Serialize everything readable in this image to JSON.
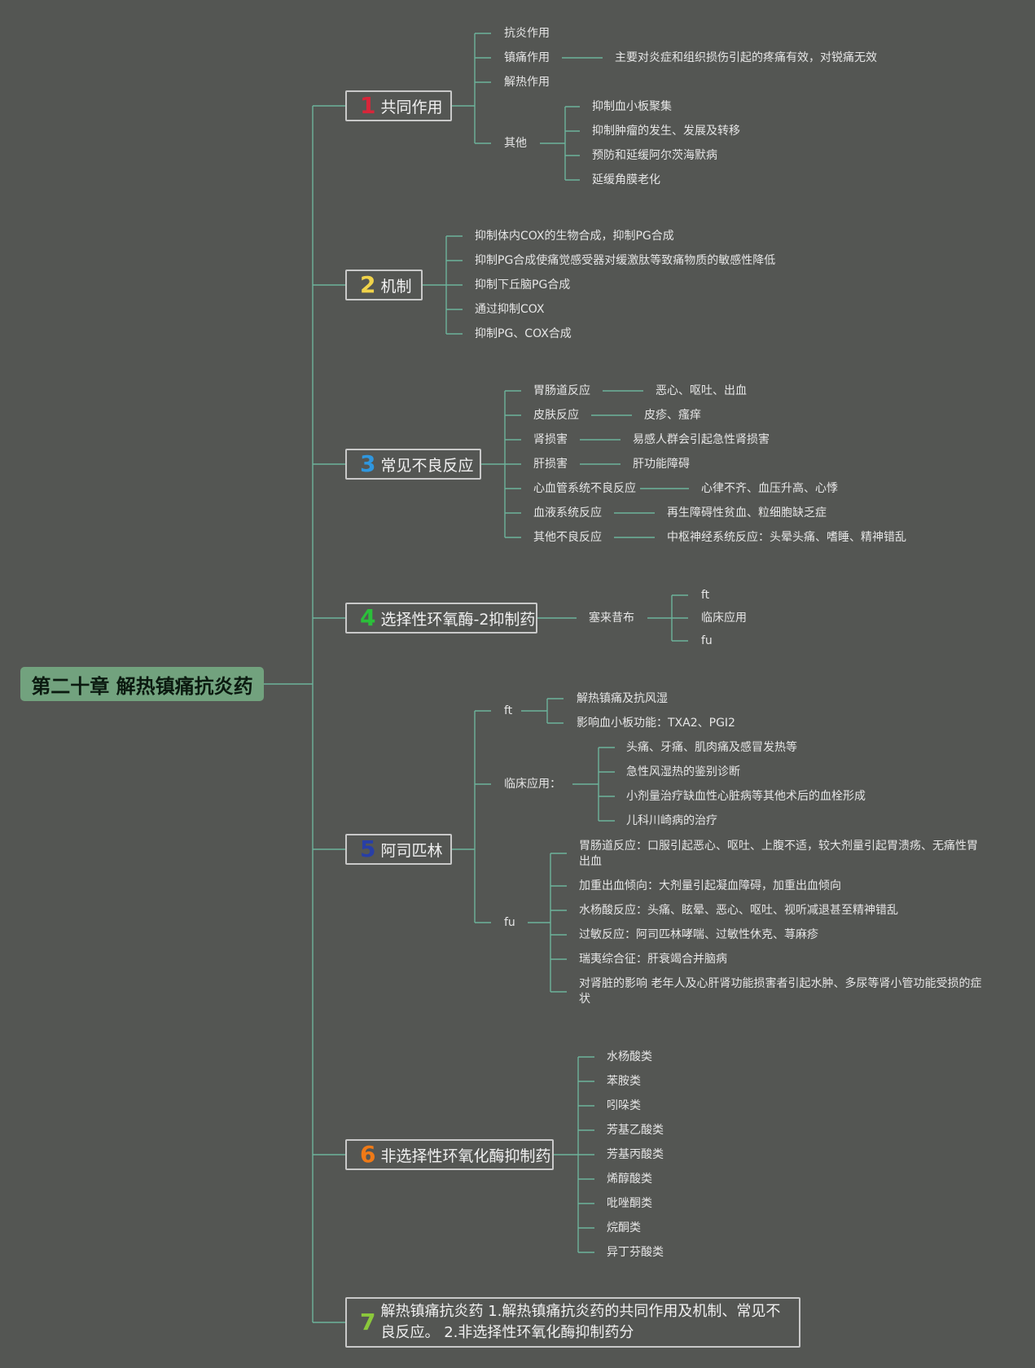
{
  "root": {
    "title": "第二十章 解热镇痛抗炎药"
  },
  "branches": [
    {
      "num": "1",
      "label": "共同作用",
      "children": {
        "anti_inflammatory": "抗炎作用",
        "analgesic": "镇痛作用",
        "analgesic_note": "主要对炎症和组织损伤引起的疼痛有效，对锐痛无效",
        "antipyretic": "解热作用",
        "other": "其他",
        "other_items": [
          "抑制血小板聚集",
          "抑制肿瘤的发生、发展及转移",
          "预防和延缓阿尔茨海默病",
          "延缓角膜老化"
        ]
      }
    },
    {
      "num": "2",
      "label": "机制",
      "items": [
        "抑制体内COX的生物合成，抑制PG合成",
        "抑制PG合成使痛觉感受器对缓激肽等致痛物质的敏感性降低",
        "抑制下丘脑PG合成",
        "通过抑制COX",
        "抑制PG、COX合成"
      ]
    },
    {
      "num": "3",
      "label": "常见不良反应",
      "items": [
        {
          "name": "胃肠道反应",
          "detail": "恶心、呕吐、出血"
        },
        {
          "name": "皮肤反应",
          "detail": "皮疹、瘙痒"
        },
        {
          "name": "肾损害",
          "detail": "易感人群会引起急性肾损害"
        },
        {
          "name": "肝损害",
          "detail": "肝功能障碍"
        },
        {
          "name": "心血管系统不良反应",
          "detail": "心律不齐、血压升高、心悸"
        },
        {
          "name": "血液系统反应",
          "detail": "再生障碍性贫血、粒细胞缺乏症"
        },
        {
          "name": "其他不良反应",
          "detail": "中枢神经系统反应：头晕头痛、嗜睡、精神错乱"
        }
      ]
    },
    {
      "num": "4",
      "label": "选择性环氧酶-2抑制药",
      "drug": "塞来昔布",
      "items": [
        "ft",
        "临床应用",
        "fu"
      ]
    },
    {
      "num": "5",
      "label": "阿司匹林",
      "ft": "ft",
      "ft_items": [
        "解热镇痛及抗风湿",
        "影响血小板功能：TXA2、PGI2"
      ],
      "clinical": "临床应用：",
      "clinical_items": [
        "头痛、牙痛、肌肉痛及感冒发热等",
        "急性风湿热的鉴别诊断",
        "小剂量治疗缺血性心脏病等其他术后的血栓形成",
        "儿科川崎病的治疗"
      ],
      "fu": "fu",
      "fu_items": [
        "胃肠道反应：口服引起恶心、呕吐、上腹不适，较大剂量引起胃溃疡、无痛性胃出血",
        "加重出血倾向：大剂量引起凝血障碍，加重出血倾向",
        "水杨酸反应：头痛、眩晕、恶心、呕吐、视听减退甚至精神错乱",
        "过敏反应：阿司匹林哮喘、过敏性休克、荨麻疹",
        "瑞夷综合征：肝衰竭合并脑病",
        "对肾脏的影响 老年人及心肝肾功能损害者引起水肿、多尿等肾小管功能受损的症状"
      ]
    },
    {
      "num": "6",
      "label": "非选择性环氧化酶抑制药",
      "items": [
        "水杨酸类",
        "苯胺类",
        "吲哚类",
        "芳基乙酸类",
        "芳基丙酸类",
        "烯醇酸类",
        "吡唑酮类",
        "烷酮类",
        "异丁芬酸类"
      ]
    },
    {
      "num": "7",
      "label": "解热镇痛抗炎药 1.解热镇痛抗炎药的共同作用及机制、常见不良反应。 2.非选择性环氧化酶抑制药分"
    }
  ],
  "colors": {
    "line": "#6db39b",
    "root_bg": "#72a27e",
    "background": "#545653"
  }
}
